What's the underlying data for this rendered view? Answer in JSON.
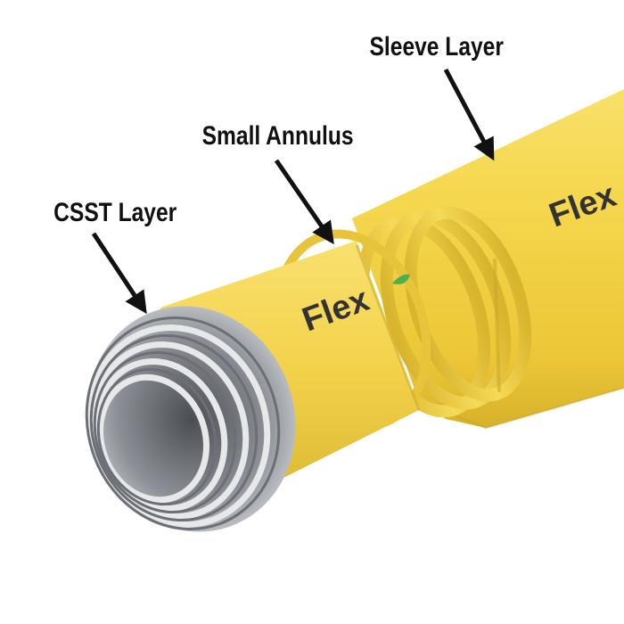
{
  "labels": {
    "sleeve": "Sleeve Layer",
    "annulus": "Small Annulus",
    "csst": "CSST Layer"
  },
  "brand": {
    "inner_text": "Flex",
    "outer_text": "Flex"
  },
  "colors": {
    "background": "#ffffff",
    "sleeve_yellow": "#f3d24a",
    "sleeve_shadow": "#d9b52e",
    "steel": "#b9bcc0",
    "label_text": "#111111",
    "brand_text": "#333333"
  },
  "icons": {
    "arrow": "arrow-icon",
    "leaf": "leaf-icon"
  }
}
